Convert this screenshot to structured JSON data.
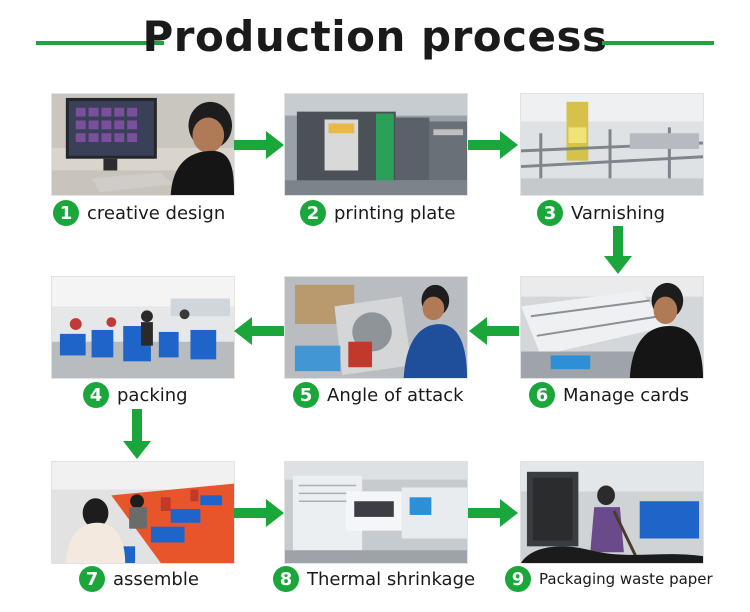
{
  "page": {
    "title": "Production process"
  },
  "accent_color": "#1aa63a",
  "steps": [
    {
      "num": "1",
      "label": "creative design",
      "photo": "designer-at-computer-photo"
    },
    {
      "num": "2",
      "label": "printing plate",
      "photo": "printing-press-photo"
    },
    {
      "num": "3",
      "label": "Varnishing",
      "photo": "varnishing-machine-photo"
    },
    {
      "num": "4",
      "label": "packing",
      "photo": "packing-workshop-photo"
    },
    {
      "num": "5",
      "label": "Angle of attack",
      "photo": "die-cutting-machine-photo"
    },
    {
      "num": "6",
      "label": "Manage cards",
      "photo": "card-sorting-machine-photo"
    },
    {
      "num": "7",
      "label": "assemble",
      "photo": "assembly-line-photo"
    },
    {
      "num": "8",
      "label": "Thermal shrinkage",
      "photo": "shrink-wrap-machine-photo"
    },
    {
      "num": "9",
      "label": "Packaging waste paper",
      "photo": "waste-paper-baler-photo"
    }
  ],
  "arrow_icon": "arrow-icon"
}
